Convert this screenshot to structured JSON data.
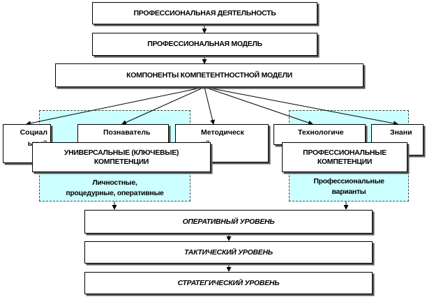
{
  "top_chain": [
    {
      "id": "activity",
      "label": "ПРОФЕССИОНАЛЬНАЯ ДЕЯТЕЛЬНОСТЬ"
    },
    {
      "id": "model",
      "label": "ПРОФЕССИОНАЛЬНАЯ МОДЕЛЬ"
    },
    {
      "id": "components",
      "label": "КОМПОНЕНТЫ КОМПЕТЕНТНОСТНОЙ МОДЕЛИ"
    }
  ],
  "sub_components": [
    {
      "id": "social",
      "lines": [
        "Социал",
        "ьный"
      ]
    },
    {
      "id": "cognitive",
      "lines": [
        "Познаватель",
        ""
      ]
    },
    {
      "id": "methodical",
      "lines": [
        "Методическ",
        "ий"
      ]
    },
    {
      "id": "technological",
      "lines": [
        "Технологиче",
        ""
      ]
    },
    {
      "id": "knowledge",
      "lines": [
        "Знани",
        ""
      ]
    }
  ],
  "universal": {
    "title_lines": [
      "УНИВЕРСАЛЬНЫЕ (КЛЮЧЕВЫЕ)",
      "КОМПЕТЕНЦИИ"
    ],
    "note_lines": [
      "Личностные,",
      "процедурные, оперативные"
    ]
  },
  "professional": {
    "title_lines": [
      "ПРОФЕССИОНАЛЬНЫЕ",
      "КОМПЕТЕНЦИИ"
    ],
    "note_lines": [
      "Профессиональные",
      "варианты"
    ]
  },
  "levels": [
    {
      "id": "operative",
      "label": "ОПЕРАТИВНЫЙ УРОВЕНЬ"
    },
    {
      "id": "tactical",
      "label": "ТАКТИЧЕСКИЙ УРОВЕНЬ"
    },
    {
      "id": "strategic",
      "label": "СТРАТЕГИЧЕСКИЙ УРОВЕНЬ"
    }
  ]
}
